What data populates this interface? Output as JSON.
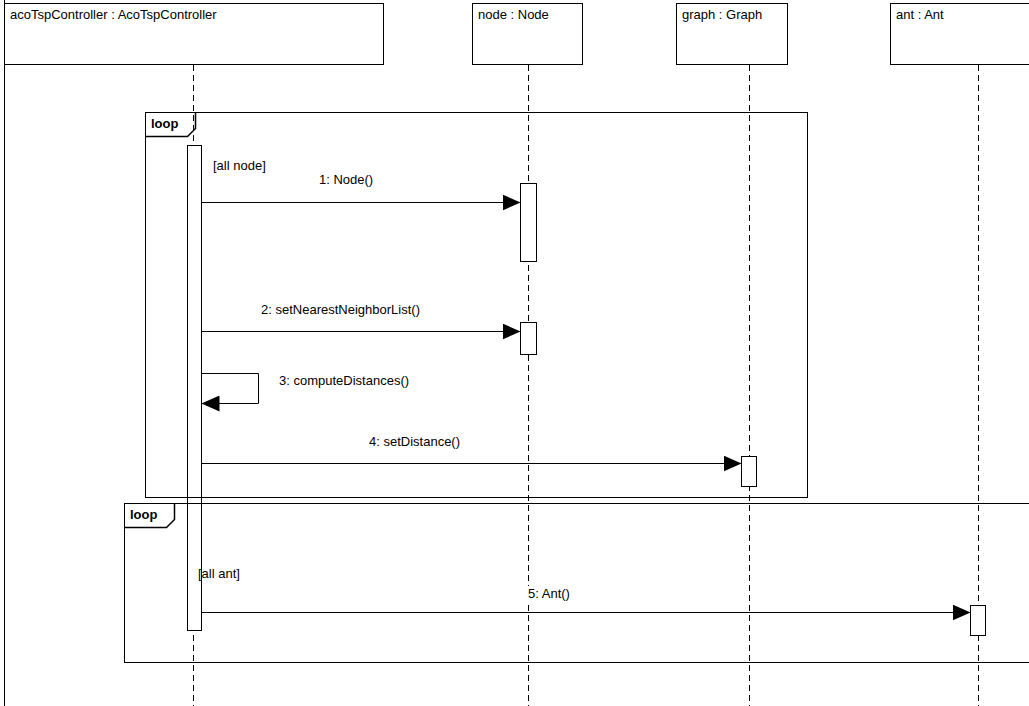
{
  "diagram": {
    "nodes": [
      {
        "text": [
          "acoTspController : AcoTspController"
        ]
      },
      {
        "text": [
          "node : Node"
        ]
      },
      {
        "text": [
          "graph : Graph"
        ]
      },
      {
        "text": [
          "ant : Ant"
        ]
      },
      {
        "text": [
          "loop",
          "[all node]"
        ]
      },
      {
        "text": [
          "loop",
          "[all ant]"
        ]
      }
    ],
    "edges": [
      {
        "from": 0,
        "to": 1,
        "arrow": "to",
        "label": "1: Node()"
      },
      {
        "from": 0,
        "to": 1,
        "arrow": "to",
        "label": "2: setNearestNeighborList()"
      },
      {
        "from": 0,
        "to": 0,
        "arrow": "to",
        "label": "3: computeDistances()"
      },
      {
        "from": 0,
        "to": 2,
        "arrow": "to",
        "label": "4: setDistance()"
      },
      {
        "from": 0,
        "to": 3,
        "arrow": "to",
        "label": "5: Ant()"
      }
    ]
  }
}
